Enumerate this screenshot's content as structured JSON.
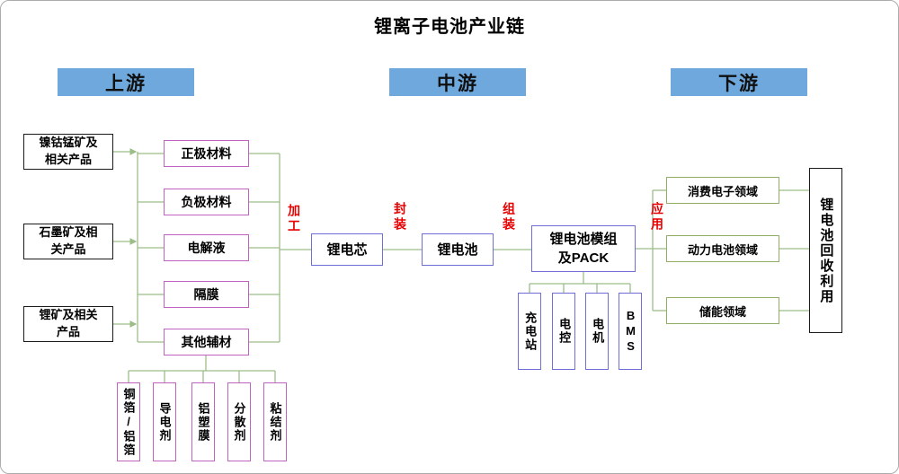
{
  "title": "锂离子电池产业链",
  "headers": {
    "upstream": "上游",
    "midstream": "中游",
    "downstream": "下游"
  },
  "upstream": {
    "raw_materials": [
      {
        "label": "镍钴锰矿及\n相关产品"
      },
      {
        "label": "石墨矿及相\n关产品"
      },
      {
        "label": "锂矿及相关\n产品"
      }
    ],
    "materials": [
      {
        "label": "正极材料"
      },
      {
        "label": "负极材料"
      },
      {
        "label": "电解液"
      },
      {
        "label": "隔膜"
      },
      {
        "label": "其他辅材"
      }
    ],
    "auxiliary_materials": [
      {
        "label": "铜箔/铝箔"
      },
      {
        "label": "导电剂"
      },
      {
        "label": "铝塑膜"
      },
      {
        "label": "分散剂"
      },
      {
        "label": "粘结剂"
      }
    ]
  },
  "process_labels": {
    "processing": "加工",
    "packaging": "封装",
    "assembly": "组装",
    "application": "应用"
  },
  "midstream": {
    "cell": "锂电芯",
    "battery": "锂电池",
    "module_pack": "锂电池模组\n及PACK",
    "pack_components": [
      {
        "label": "充电站"
      },
      {
        "label": "电控"
      },
      {
        "label": "电机"
      },
      {
        "label": "BMS"
      }
    ]
  },
  "downstream": {
    "applications": [
      {
        "label": "消费电子领域"
      },
      {
        "label": "动力电池领域"
      },
      {
        "label": "储能领域"
      }
    ],
    "recycling": "锂电池回收利用"
  },
  "colors": {
    "header_bg": "#6FA8DC",
    "black_border": "#1a1a1a",
    "purple_border": "#BF63BF",
    "blue_border": "#6E6ED6",
    "green_border": "#8FAE63",
    "connector_line": "#9CBD88",
    "process_label_text": "#E60000"
  }
}
